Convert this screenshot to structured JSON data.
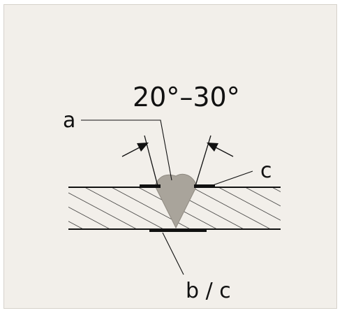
{
  "diagram": {
    "angle_label": "20°–30°",
    "label_a": "a",
    "label_c": "c",
    "label_bc": "b / c"
  },
  "colors": {
    "background": "#f2efea",
    "line": "#111111",
    "weld_fill": "#a9a49b",
    "frame_border": "#d6d2cb"
  }
}
